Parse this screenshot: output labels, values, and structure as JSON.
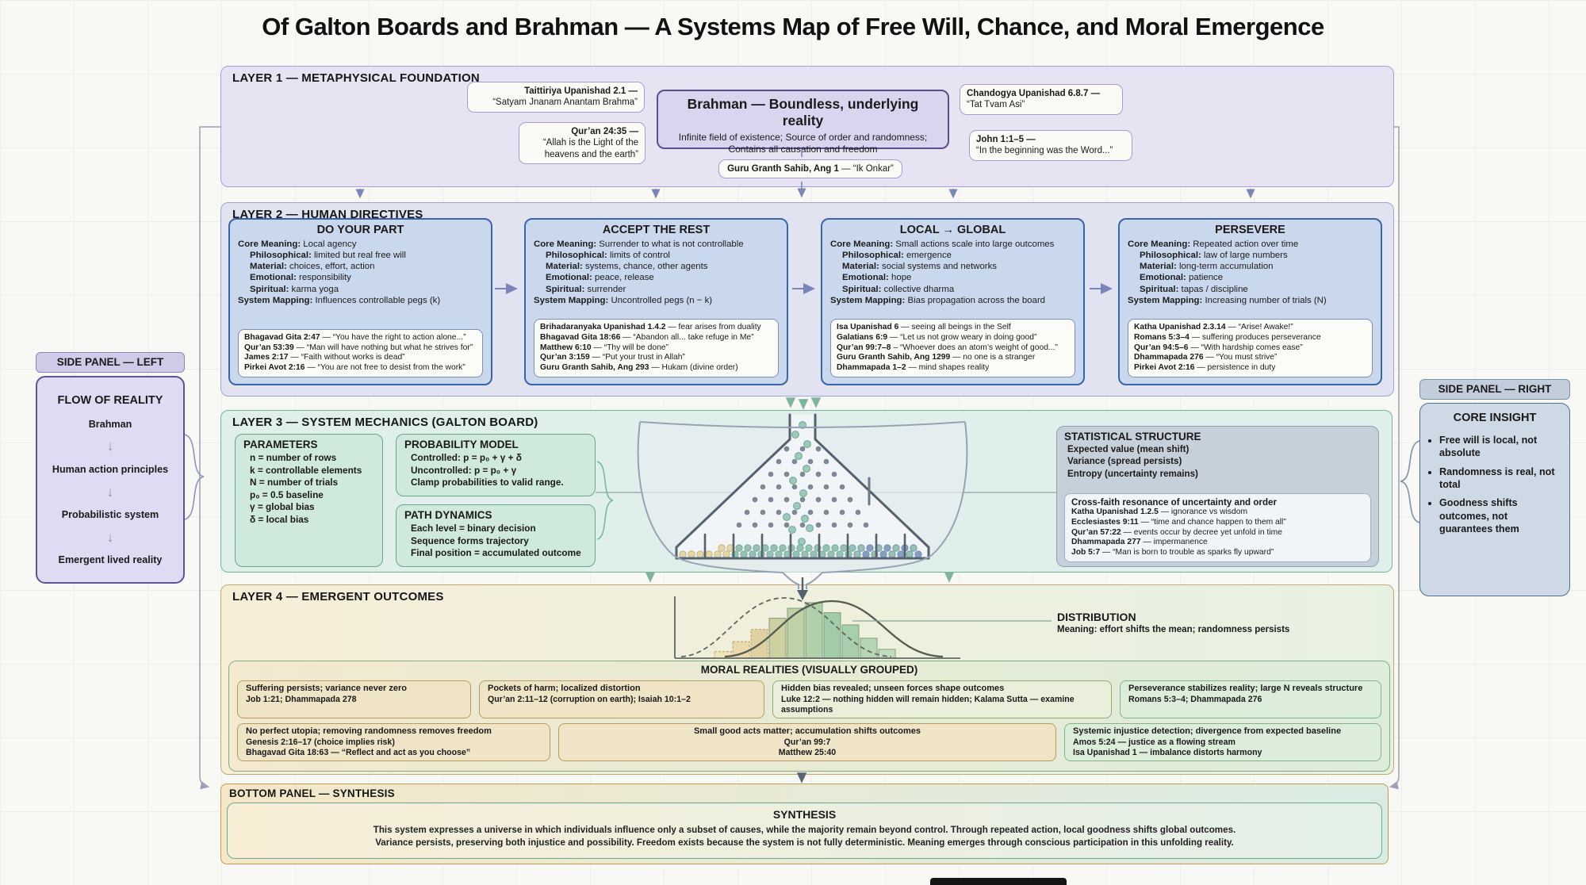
{
  "title": "Of Galton Boards and Brahman — A Systems Map of Free Will, Chance, and Moral Emergence",
  "colors": {
    "layer1_accent": "#584f8e",
    "layer2_accent": "#3a65aa",
    "layer3_accent": "#68a68c",
    "layer4_accent": "#b59d60",
    "synthesis_accent": "#6aa896"
  },
  "side_left": {
    "tab": "SIDE PANEL — LEFT",
    "heading": "FLOW OF REALITY",
    "arrow": "↓",
    "steps": [
      "Brahman",
      "Human action principles",
      "Probabilistic system",
      "Emergent lived reality"
    ]
  },
  "side_right": {
    "tab": "SIDE PANEL — RIGHT",
    "heading": "CORE INSIGHT",
    "bullets": [
      "Free will is local, not absolute",
      "Randomness is real, not total",
      "Goodness shifts outcomes, not guarantees them"
    ]
  },
  "layer1": {
    "header": "LAYER 1 — METAPHYSICAL FOUNDATION",
    "brahman_title": "Brahman — Boundless, underlying reality",
    "brahman_sub": "Infinite field of existence; Source of order and randomness; Contains all causation and freedom",
    "taittiriya_b": "Taittiriya Upanishad 2.1 —",
    "taittiriya_t": "“Satyam Jnanam Anantam Brahma”",
    "quran_b": "Qur’an 24:35 —",
    "quran_t": "“Allah is the Light of the heavens and the earth”",
    "chandogya_b": "Chandogya Upanishad 6.8.7 —",
    "chandogya_t": "“Tat Tvam Asi”",
    "john_b": "John 1:1–5 —",
    "john_t": "“In the beginning was the Word...”",
    "guru_b": "Guru Granth Sahib, Ang 1",
    "guru_t": " — “Ik Onkar”"
  },
  "layer2": {
    "header": "LAYER 2 — HUMAN DIRECTIVES",
    "boxes": [
      {
        "title": "DO YOUR PART",
        "core": {
          "b": "Core Meaning:",
          "t": " Local agency"
        },
        "subs": [
          {
            "b": "Philosophical:",
            "t": " limited but real free will"
          },
          {
            "b": "Material:",
            "t": " choices, effort, action"
          },
          {
            "b": "Emotional:",
            "t": " responsibility"
          },
          {
            "b": "Spiritual:",
            "t": " karma yoga"
          }
        ],
        "map": {
          "b": "System Mapping:",
          "t": " Influences controllable pegs (k)"
        },
        "quotes": [
          {
            "b": "Bhagavad Gita 2:47",
            "t": " — “You have the right to action alone...”"
          },
          {
            "b": "Qur’an 53:39",
            "t": " — “Man will have nothing but what he strives for”"
          },
          {
            "b": "James 2:17",
            "t": " — “Faith without works is dead”"
          },
          {
            "b": "Pirkei Avot 2:16",
            "t": " — “You are not free to desist from the work”"
          }
        ]
      },
      {
        "title": "ACCEPT THE REST",
        "core": {
          "b": "Core Meaning:",
          "t": " Surrender to what is not controllable"
        },
        "subs": [
          {
            "b": "Philosophical:",
            "t": " limits of control"
          },
          {
            "b": "Material:",
            "t": " systems, chance, other agents"
          },
          {
            "b": "Emotional:",
            "t": " peace, release"
          },
          {
            "b": "Spiritual:",
            "t": " surrender"
          }
        ],
        "map": {
          "b": "System Mapping:",
          "t": " Uncontrolled pegs (n − k)"
        },
        "quotes": [
          {
            "b": "Brihadaranyaka Upanishad 1.4.2",
            "t": " — fear arises from duality"
          },
          {
            "b": "Bhagavad Gita 18:66",
            "t": " — “Abandon all... take refuge in Me”"
          },
          {
            "b": "Matthew 6:10",
            "t": " — “Thy will be done”"
          },
          {
            "b": "Qur’an 3:159",
            "t": " — “Put your trust in Allah”"
          },
          {
            "b": "Guru Granth Sahib, Ang 293",
            "t": " — Hukam (divine order)"
          }
        ]
      },
      {
        "title": "LOCAL → GLOBAL",
        "core": {
          "b": "Core Meaning:",
          "t": " Small actions scale into large outcomes"
        },
        "subs": [
          {
            "b": "Philosophical:",
            "t": " emergence"
          },
          {
            "b": "Material:",
            "t": " social systems and networks"
          },
          {
            "b": "Emotional:",
            "t": " hope"
          },
          {
            "b": "Spiritual:",
            "t": " collective dharma"
          }
        ],
        "map": {
          "b": "System Mapping:",
          "t": " Bias propagation across the board"
        },
        "quotes": [
          {
            "b": "Isa Upanishad 6",
            "t": " — seeing all beings in the Self"
          },
          {
            "b": "Galatians 6:9",
            "t": " — “Let us not grow weary in doing good”"
          },
          {
            "b": "Qur’an 99:7–8",
            "t": " – “Whoever does an atom’s weight of good...”"
          },
          {
            "b": "Guru Granth Sahib, Ang 1299",
            "t": " — no one is a stranger"
          },
          {
            "b": "Dhammapada 1–2",
            "t": " — mind shapes reality"
          }
        ]
      },
      {
        "title": "PERSEVERE",
        "core": {
          "b": "Core Meaning:",
          "t": " Repeated action over time"
        },
        "subs": [
          {
            "b": "Philosophical:",
            "t": " law of large numbers"
          },
          {
            "b": "Material:",
            "t": " long-term accumulation"
          },
          {
            "b": "Emotional:",
            "t": " patience"
          },
          {
            "b": "Spiritual:",
            "t": " tapas / discipline"
          }
        ],
        "map": {
          "b": "System Mapping:",
          "t": " Increasing number of trials (N)"
        },
        "quotes": [
          {
            "b": "Katha Upanishad 2.3.14",
            "t": " — “Arise! Awake!”"
          },
          {
            "b": "Romans 5:3–4",
            "t": " — suffering produces perseverance"
          },
          {
            "b": "Qur’an 94:5–6",
            "t": " — “With hardship comes ease”"
          },
          {
            "b": "Dhammapada 276",
            "t": " — “You must strive”"
          },
          {
            "b": "Pirkei Avot 2:16",
            "t": " — persistence in duty"
          }
        ]
      }
    ]
  },
  "layer3": {
    "header": "LAYER 3 — SYSTEM MECHANICS (GALTON BOARD)",
    "params": {
      "title": "PARAMETERS",
      "lines": [
        "n = number of rows",
        "k = controllable elements",
        "N = number of trials",
        "p₀ = 0.5 baseline",
        "γ = global bias",
        "δ = local bias"
      ]
    },
    "prob": {
      "title": "PROBABILITY MODEL",
      "lines": [
        "Controlled: p = p₀ + γ + δ",
        "Uncontrolled: p = p₀ + γ",
        "Clamp probabilities to valid range."
      ]
    },
    "path": {
      "title": "PATH DYNAMICS",
      "lines": [
        "Each level = binary decision",
        "Sequence forms trajectory",
        "Final position = accumulated outcome"
      ]
    },
    "stat": {
      "title": "STATISTICAL STRUCTURE",
      "lines": [
        "Expected value (mean shift)",
        "Variance (spread persists)",
        "Entropy (uncertainty remains)"
      ],
      "inner_title": "Cross-faith resonance of uncertainty and order",
      "quotes": [
        {
          "b": "Katha Upanishad 1.2.5",
          "t": " — ignorance vs wisdom"
        },
        {
          "b": "Ecclesiastes 9:11",
          "t": " — “time and chance happen to them all”"
        },
        {
          "b": "Qur’an 57:22",
          "t": " — events occur by decree yet unfold in time"
        },
        {
          "b": "Dhammapada 277",
          "t": " — impermanence"
        },
        {
          "b": "Job 5:7",
          "t": " — “Man is born to trouble as sparks fly upward”"
        }
      ]
    }
  },
  "layer4": {
    "header": "LAYER 4 — EMERGENT OUTCOMES",
    "dist_title": "DISTRIBUTION",
    "dist_meaning": "Meaning: effort shifts the mean; randomness persists",
    "moral_title": "MORAL REALITIES (VISUALLY GROUPED)",
    "row1": [
      {
        "l1": "Suffering persists; variance never zero",
        "l2": "Job 1:21; Dhammapada 278"
      },
      {
        "l1": "Pockets of harm; localized distortion",
        "l2": "Qur’an 2:11–12 (corruption on earth); Isaiah 10:1–2"
      },
      {
        "l1": "Hidden bias revealed; unseen forces shape outcomes",
        "l2": "Luke 12:2 — nothing hidden will remain hidden; Kalama Sutta — examine assumptions"
      },
      {
        "l1": "Perseverance stabilizes reality; large N reveals structure",
        "l2": "Romans 5:3–4; Dhammapada 276"
      }
    ],
    "row2": [
      {
        "l1": "No perfect utopia; removing randomness removes freedom",
        "l2": "Genesis 2:16–17 (choice implies risk)",
        "l3": "Bhagavad Gita 18:63 — “Reflect and act as you choose”"
      },
      {
        "l1": "Small good acts matter; accumulation shifts outcomes",
        "l2": "Qur’an 99:7",
        "l3": "Matthew 25:40"
      },
      {
        "l1": "Systemic injustice detection; divergence from expected baseline",
        "l2": "Amos 5:24 — justice as a flowing stream",
        "l3": "Isa Upanishad 1 — imbalance distorts harmony"
      }
    ]
  },
  "bottom": {
    "header": "BOTTOM PANEL — SYNTHESIS",
    "title": "SYNTHESIS",
    "p1": "This system expresses a universe in which individuals influence only a subset of causes, while the majority remain beyond control. Through repeated action, local goodness shifts global outcomes.",
    "p2": "Variance persists, preserving both injustice and possibility. Freedom exists because the system is not fully deterministic. Meaning emerges through conscious participation in this unfolding reality."
  },
  "chart_data": {
    "type": "area",
    "title": "DISTRIBUTION",
    "note": "Galton-board outcome distribution: dashed = baseline bell curve, solid = effort-shifted bell curve (mean moved right); histogram bars transition tan → green under the shifted curve",
    "series": [
      {
        "name": "baseline distribution",
        "style": "dashed",
        "peak_x_rel": 0.38
      },
      {
        "name": "effort-shifted distribution",
        "style": "solid",
        "peak_x_rel": 0.55
      }
    ],
    "histogram_relative_heights": [
      0.12,
      0.3,
      0.52,
      0.72,
      0.9,
      1.0,
      0.82,
      0.6,
      0.36,
      0.16
    ],
    "axes_labeled": false,
    "grid": false,
    "legend": "none"
  }
}
